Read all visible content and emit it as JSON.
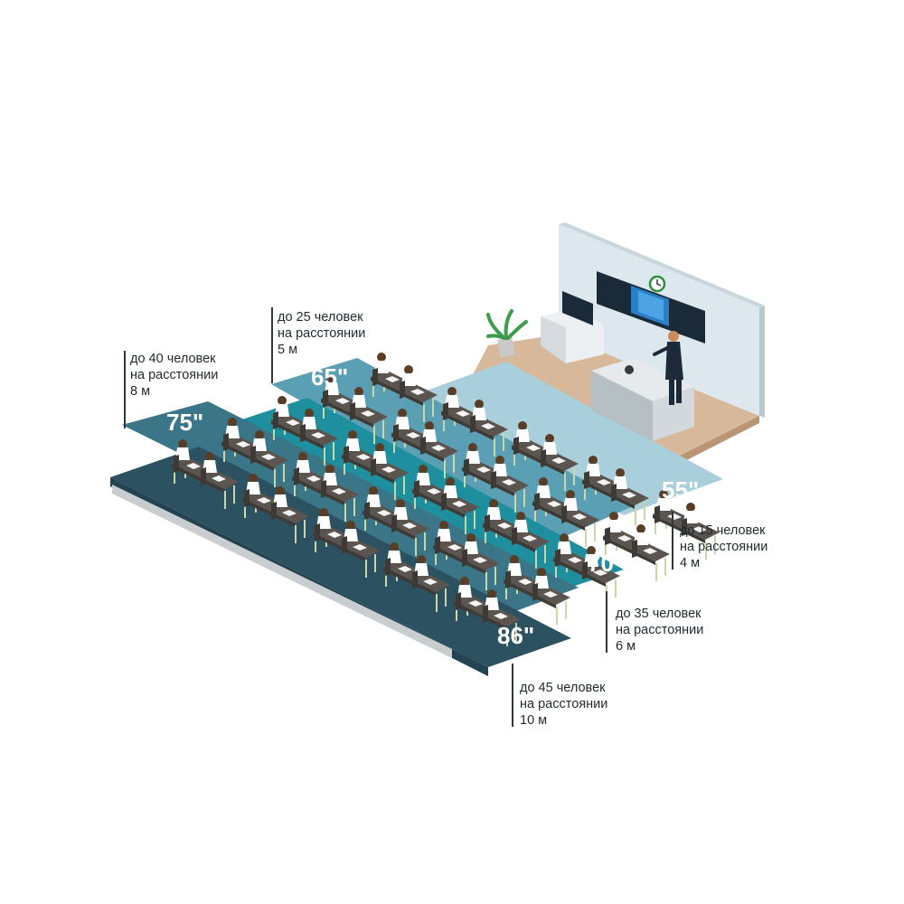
{
  "zones": [
    {
      "id": "55",
      "size_label": "55\"",
      "note": {
        "line1": "до 15 человек",
        "line2": "на расстоянии",
        "line3": "4 м"
      },
      "color": "#a9cfdc"
    },
    {
      "id": "65",
      "size_label": "65\"",
      "note": {
        "line1": "до 25 человек",
        "line2": "на расстоянии",
        "line3": "5 м"
      },
      "color": "#5a9fb3"
    },
    {
      "id": "70",
      "size_label": "70\"",
      "note": {
        "line1": "до 35 человек",
        "line2": "на расстоянии",
        "line3": "6 м"
      },
      "color": "#1e8f9e"
    },
    {
      "id": "75",
      "size_label": "75\"",
      "note": {
        "line1": "до 40 человек",
        "line2": "на расстоянии",
        "line3": "8 м"
      },
      "color": "#3a7688"
    },
    {
      "id": "86",
      "size_label": "86\"",
      "note": {
        "line1": "до 45 человек",
        "line2": "на расстоянии",
        "line3": "10 м"
      },
      "color": "#2c5160"
    }
  ],
  "palette": {
    "wall": "#dde8ee",
    "floor": "#d8b89a",
    "desk": "#5c554f",
    "student_shirt": "#ffffff",
    "student_hair": "#5a3d26",
    "chair": "#3d3a36",
    "display": "#1b2a38",
    "screen_glow": "#2a7fc6"
  }
}
